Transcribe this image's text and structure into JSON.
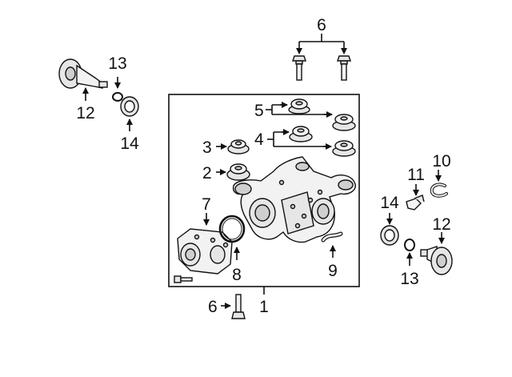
{
  "callouts": {
    "c1": "1",
    "c2": "2",
    "c3": "3",
    "c4": "4",
    "c5": "5",
    "c6_top": "6",
    "c6_bottom": "6",
    "c7": "7",
    "c8": "8",
    "c9": "9",
    "c10": "10",
    "c11": "11",
    "c12_left": "12",
    "c12_right": "12",
    "c13_left": "13",
    "c13_right": "13",
    "c14_left": "14",
    "c14_right": "14"
  },
  "colors": {
    "line": "#111111",
    "part_fill": "#f2f2f2",
    "part_shade": "#cfcfcf",
    "background": "#ffffff"
  }
}
